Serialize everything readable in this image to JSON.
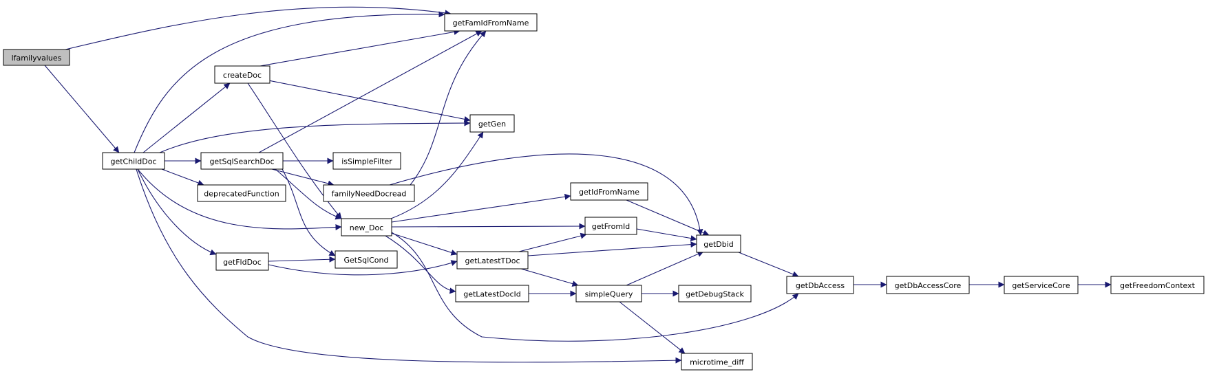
{
  "graph": {
    "root": "lfamilyvalues",
    "colors": {
      "edge": "#191970",
      "node_fill": "#ffffff",
      "root_fill": "#bfbfbf",
      "border": "#000000"
    },
    "nodes": [
      {
        "id": "lfamilyvalues",
        "label": "lfamilyvalues"
      },
      {
        "id": "getFamIdFromName",
        "label": "getFamIdFromName"
      },
      {
        "id": "createDoc",
        "label": "createDoc"
      },
      {
        "id": "getGen",
        "label": "getGen"
      },
      {
        "id": "getChildDoc",
        "label": "getChildDoc"
      },
      {
        "id": "getSqlSearchDoc",
        "label": "getSqlSearchDoc"
      },
      {
        "id": "isSimpleFilter",
        "label": "isSimpleFilter"
      },
      {
        "id": "familyNeedDocread",
        "label": "familyNeedDocread"
      },
      {
        "id": "deprecatedFunction",
        "label": "deprecatedFunction"
      },
      {
        "id": "getIdFromName",
        "label": "getIdFromName"
      },
      {
        "id": "new_Doc",
        "label": "new_Doc"
      },
      {
        "id": "getFromId",
        "label": "getFromId"
      },
      {
        "id": "getDbid",
        "label": "getDbid"
      },
      {
        "id": "getFldDoc",
        "label": "getFldDoc"
      },
      {
        "id": "GetSqlCond",
        "label": "GetSqlCond"
      },
      {
        "id": "getLatestTDoc",
        "label": "getLatestTDoc"
      },
      {
        "id": "getDbAccess",
        "label": "getDbAccess"
      },
      {
        "id": "getDbAccessCore",
        "label": "getDbAccessCore"
      },
      {
        "id": "getServiceCore",
        "label": "getServiceCore"
      },
      {
        "id": "getFreedomContext",
        "label": "getFreedomContext"
      },
      {
        "id": "getLatestDocId",
        "label": "getLatestDocId"
      },
      {
        "id": "simpleQuery",
        "label": "simpleQuery"
      },
      {
        "id": "getDebugStack",
        "label": "getDebugStack"
      },
      {
        "id": "microtime_diff",
        "label": "microtime_diff"
      }
    ],
    "edges": [
      {
        "from": "lfamilyvalues",
        "to": "getFamIdFromName"
      },
      {
        "from": "lfamilyvalues",
        "to": "getChildDoc"
      },
      {
        "from": "getChildDoc",
        "to": "getFamIdFromName"
      },
      {
        "from": "getChildDoc",
        "to": "createDoc"
      },
      {
        "from": "getChildDoc",
        "to": "getGen"
      },
      {
        "from": "getChildDoc",
        "to": "getSqlSearchDoc"
      },
      {
        "from": "getChildDoc",
        "to": "deprecatedFunction"
      },
      {
        "from": "getChildDoc",
        "to": "new_Doc"
      },
      {
        "from": "getChildDoc",
        "to": "getFldDoc"
      },
      {
        "from": "getChildDoc",
        "to": "microtime_diff"
      },
      {
        "from": "createDoc",
        "to": "getFamIdFromName"
      },
      {
        "from": "createDoc",
        "to": "getGen"
      },
      {
        "from": "createDoc",
        "to": "new_Doc"
      },
      {
        "from": "getSqlSearchDoc",
        "to": "getFamIdFromName"
      },
      {
        "from": "getSqlSearchDoc",
        "to": "isSimpleFilter"
      },
      {
        "from": "getSqlSearchDoc",
        "to": "familyNeedDocread"
      },
      {
        "from": "getSqlSearchDoc",
        "to": "new_Doc"
      },
      {
        "from": "getSqlSearchDoc",
        "to": "GetSqlCond"
      },
      {
        "from": "familyNeedDocread",
        "to": "getFamIdFromName"
      },
      {
        "from": "familyNeedDocread",
        "to": "getDbid"
      },
      {
        "from": "new_Doc",
        "to": "getGen"
      },
      {
        "from": "new_Doc",
        "to": "getIdFromName"
      },
      {
        "from": "new_Doc",
        "to": "getFromId"
      },
      {
        "from": "new_Doc",
        "to": "getLatestTDoc"
      },
      {
        "from": "new_Doc",
        "to": "getLatestDocId"
      },
      {
        "from": "new_Doc",
        "to": "getDbAccess"
      },
      {
        "from": "getFldDoc",
        "to": "GetSqlCond"
      },
      {
        "from": "getFldDoc",
        "to": "getLatestTDoc"
      },
      {
        "from": "getIdFromName",
        "to": "getDbid"
      },
      {
        "from": "getFromId",
        "to": "getDbid"
      },
      {
        "from": "getLatestTDoc",
        "to": "getFromId"
      },
      {
        "from": "getLatestTDoc",
        "to": "getDbid"
      },
      {
        "from": "getLatestTDoc",
        "to": "simpleQuery"
      },
      {
        "from": "getLatestDocId",
        "to": "simpleQuery"
      },
      {
        "from": "simpleQuery",
        "to": "getDbid"
      },
      {
        "from": "simpleQuery",
        "to": "getDebugStack"
      },
      {
        "from": "simpleQuery",
        "to": "microtime_diff"
      },
      {
        "from": "getDbid",
        "to": "getDbAccess"
      },
      {
        "from": "getDbAccess",
        "to": "getDbAccessCore"
      },
      {
        "from": "getDbAccessCore",
        "to": "getServiceCore"
      },
      {
        "from": "getServiceCore",
        "to": "getFreedomContext"
      }
    ]
  }
}
